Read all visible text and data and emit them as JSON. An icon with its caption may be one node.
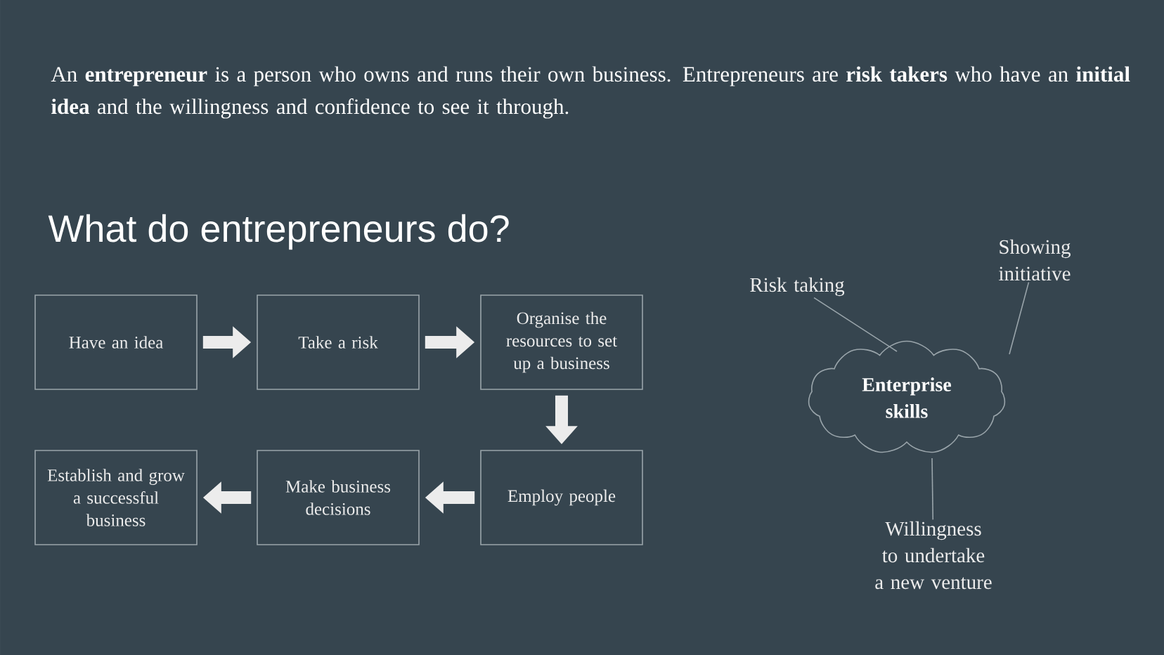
{
  "diagram": {
    "title": "What do entrepreneurs do?",
    "nodes": [
      {
        "text": [
          "Have an idea"
        ]
      },
      {
        "text": [
          "Take a risk"
        ]
      },
      {
        "text": [
          "Organise the resources to set up a business"
        ]
      },
      {
        "text": [
          "Establish and grow a successful business"
        ]
      },
      {
        "text": [
          "Make business decisions"
        ]
      },
      {
        "text": [
          "Employ people"
        ]
      },
      {
        "text": [
          "Enterprise skills"
        ]
      },
      {
        "text": [
          "Risk taking"
        ]
      },
      {
        "text": [
          "Showing initiative"
        ]
      },
      {
        "text": [
          "Willingness to undertake a new venture"
        ]
      }
    ],
    "edges": [
      {
        "from": 0,
        "to": 1,
        "arrow": "to"
      },
      {
        "from": 1,
        "to": 2,
        "arrow": "to"
      },
      {
        "from": 2,
        "to": 5,
        "arrow": "to"
      },
      {
        "from": 5,
        "to": 4,
        "arrow": "to"
      },
      {
        "from": 4,
        "to": 3,
        "arrow": "to"
      },
      {
        "from": 7,
        "to": 6,
        "arrow": "none"
      },
      {
        "from": 8,
        "to": 6,
        "arrow": "none"
      },
      {
        "from": 9,
        "to": 6,
        "arrow": "none"
      }
    ],
    "labels": [
      "An **entrepreneur** is a person who owns and runs their own business. Entrepreneurs are **risk takers** who have an **initial idea** and the willingness and confidence to see it through."
    ]
  }
}
